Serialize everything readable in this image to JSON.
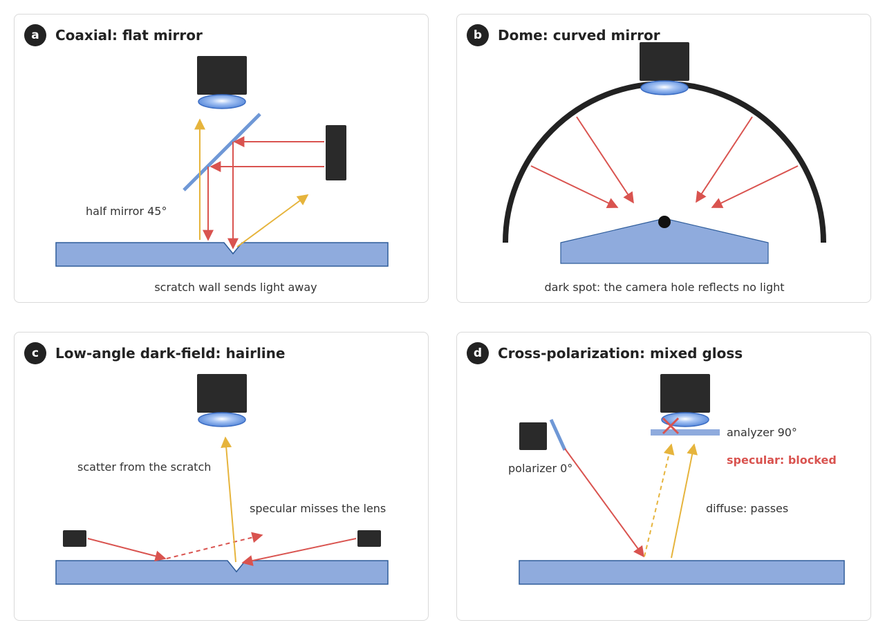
{
  "panels": [
    {
      "letter": "a",
      "title": "Coaxial: flat mirror",
      "labels": {
        "mirror": "half mirror 45°",
        "caption": "scratch wall sends light away"
      }
    },
    {
      "letter": "b",
      "title": "Dome: curved mirror",
      "labels": {
        "caption": "dark spot: the camera hole reflects no light"
      }
    },
    {
      "letter": "c",
      "title": "Low-angle dark-field: hairline",
      "labels": {
        "scatter": "scatter from the scratch",
        "specular": "specular misses the lens"
      }
    },
    {
      "letter": "d",
      "title": "Cross-polarization: mixed gloss",
      "labels": {
        "analyzer": "analyzer 90°",
        "blocked": "specular: blocked",
        "polarizer": "polarizer 0°",
        "diffuse": "diffuse: passes"
      }
    }
  ],
  "colors": {
    "ray_red": "#d9534f",
    "ray_yellow": "#e6b43c",
    "surface": "#8fabdd",
    "surface_edge": "#2e5c9a",
    "mirror": "#6f98d6",
    "camera": "#2a2a2a",
    "lens": "#5b8fe0"
  }
}
